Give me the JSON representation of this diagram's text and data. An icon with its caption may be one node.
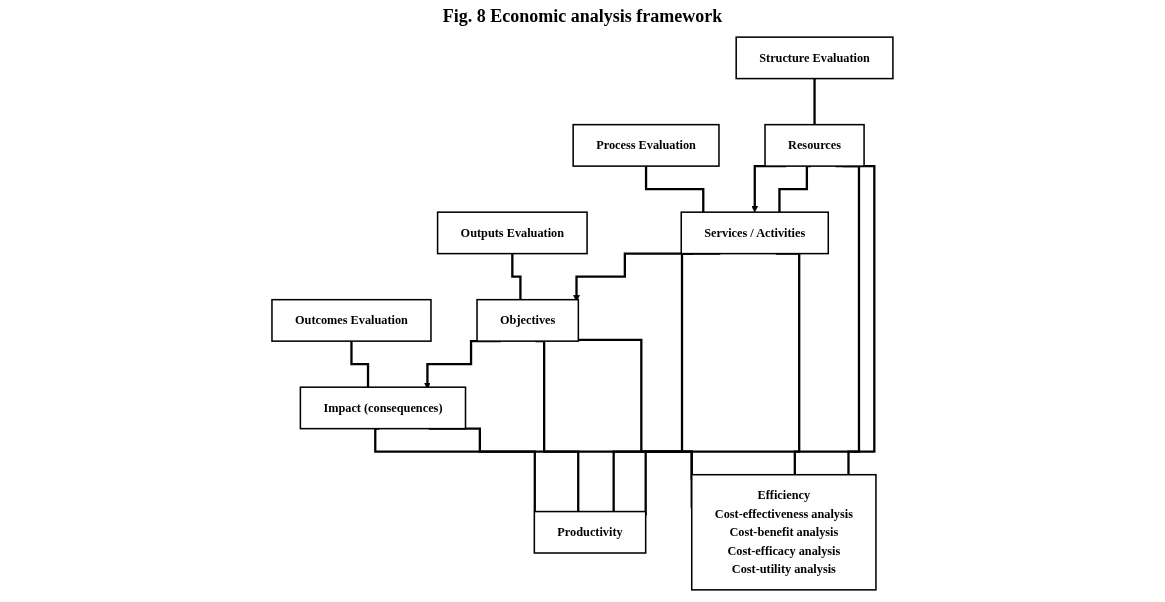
{
  "diagram": {
    "title": "Fig. 8 Economic analysis framework",
    "nodes": [
      {
        "text": [
          "Structure Evaluation"
        ]
      },
      {
        "text": [
          "Process Evaluation"
        ]
      },
      {
        "text": [
          "Outputs Evaluation"
        ]
      },
      {
        "text": [
          "Outcomes Evaluation"
        ]
      },
      {
        "text": [
          "Resources"
        ]
      },
      {
        "text": [
          "Services / Activities"
        ]
      },
      {
        "text": [
          "Objectives"
        ]
      },
      {
        "text": [
          "Impact (consequences)"
        ]
      },
      {
        "text": [
          "Productivity"
        ]
      },
      {
        "text": [
          "Efficiency",
          "Cost-effectiveness analysis",
          "Cost-benefit analysis",
          "Cost-efficacy analysis",
          "Cost-utility analysis"
        ]
      }
    ],
    "edges": [
      {
        "from": 0,
        "to": 4,
        "arrow": "none"
      },
      {
        "from": 1,
        "to": 5,
        "arrow": "none"
      },
      {
        "from": 2,
        "to": 6,
        "arrow": "none"
      },
      {
        "from": 3,
        "to": 7,
        "arrow": "none"
      },
      {
        "from": 4,
        "to": 5,
        "arrow": "to"
      },
      {
        "from": 5,
        "to": 6,
        "arrow": "to"
      },
      {
        "from": 6,
        "to": 7,
        "arrow": "to"
      },
      {
        "from": 4,
        "to": 5,
        "arrow": "none"
      },
      {
        "from": 4,
        "to": 8,
        "arrow": "none"
      },
      {
        "from": 4,
        "to": 9,
        "arrow": "none"
      },
      {
        "from": 5,
        "to": 8,
        "arrow": "none"
      },
      {
        "from": 5,
        "to": 9,
        "arrow": "none"
      },
      {
        "from": 6,
        "to": 8,
        "arrow": "none"
      },
      {
        "from": 6,
        "to": 9,
        "arrow": "none"
      },
      {
        "from": 7,
        "to": 8,
        "arrow": "none"
      },
      {
        "from": 7,
        "to": 9,
        "arrow": "none"
      }
    ]
  }
}
